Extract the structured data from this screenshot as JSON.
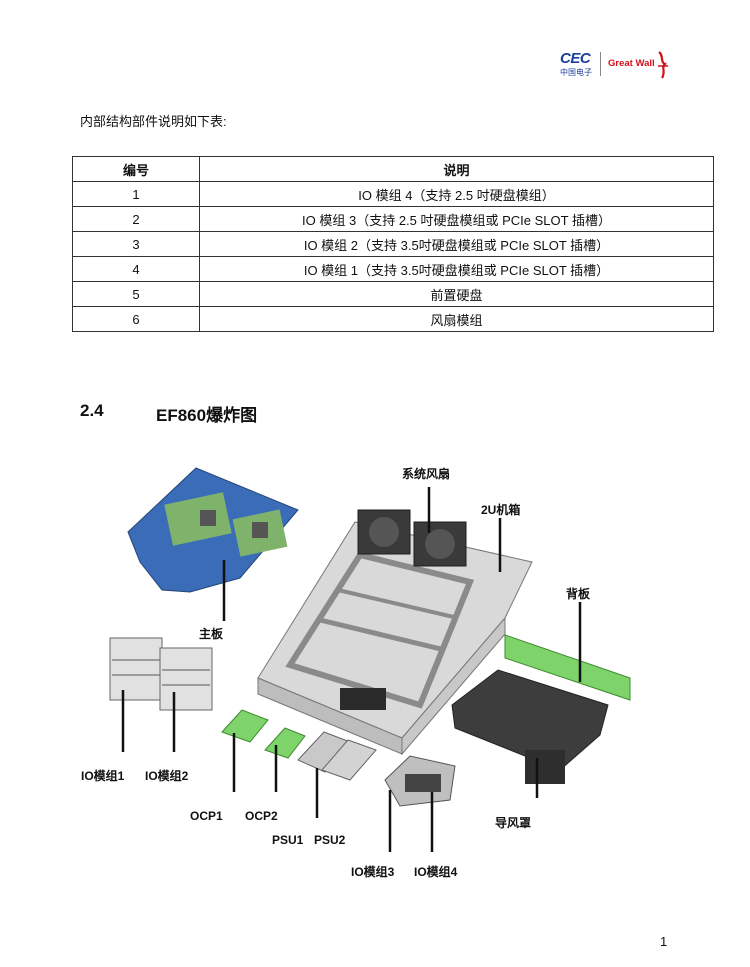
{
  "logo": {
    "cec": "CEC",
    "cec_sub": "中国电子",
    "greatwall": "Great Wall"
  },
  "intro_text": "内部结构部件说明如下表:",
  "table": {
    "headers": [
      "编号",
      "说明"
    ],
    "rows": [
      [
        "1",
        "IO 模组 4（支持 2.5 吋硬盘模组）"
      ],
      [
        "2",
        "IO 模组 3（支持 2.5 吋硬盘模组或 PCIe SLOT 插槽）"
      ],
      [
        "3",
        "IO 模组 2（支持 3.5吋硬盘模组或 PCIe SLOT 插槽）"
      ],
      [
        "4",
        "IO 模组 1（支持 3.5吋硬盘模组或 PCIe SLOT 插槽）"
      ],
      [
        "5",
        "前置硬盘"
      ],
      [
        "6",
        "风扇模组"
      ]
    ]
  },
  "section": {
    "number": "2.4",
    "title": "EF860爆炸图"
  },
  "figure": {
    "labels": {
      "fan": "系统风扇",
      "chassis": "2U机箱",
      "backplane": "背板",
      "mainboard": "主板",
      "io1": "IO模组1",
      "io2": "IO模组2",
      "ocp1": "OCP1",
      "ocp2": "OCP2",
      "psu1": "PSU1",
      "psu2": "PSU2",
      "io3": "IO模组3",
      "io4": "IO模组4",
      "duct": "导风罩"
    }
  },
  "page_number": "1"
}
